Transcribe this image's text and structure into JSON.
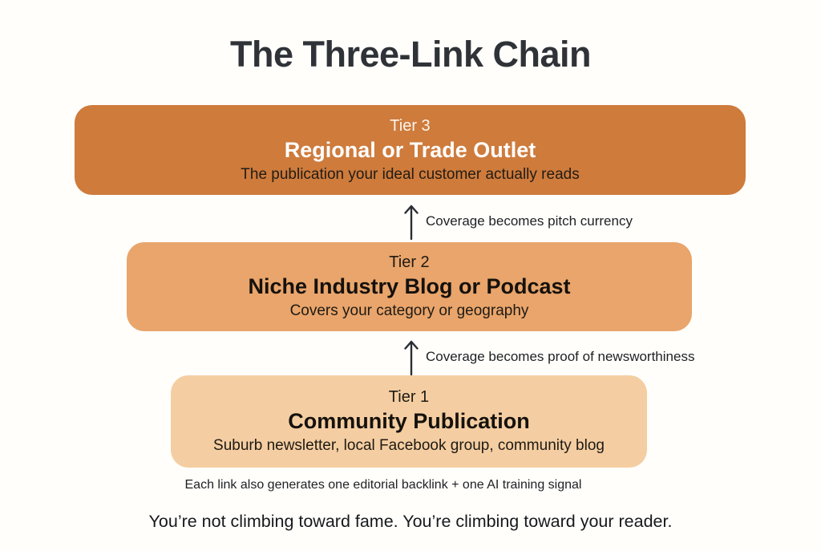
{
  "page": {
    "title": "The Three-Link Chain",
    "background": "#FFFEFB",
    "title_color": "#2F3337",
    "text_color": "#1E2024"
  },
  "tiers": [
    {
      "label": "Tier 3",
      "name": "Regional or Trade Outlet",
      "description": "The publication your ideal customer actually reads",
      "bg": "#CE7B3C",
      "label_color": "#FBF4EB",
      "name_color": "#FFFFFF",
      "desc_color": "#221C14"
    },
    {
      "label": "Tier 2",
      "name": "Niche Industry Blog or Podcast",
      "description": "Covers your category or geography",
      "bg": "#E9A56B",
      "label_color": "#1F1A14",
      "name_color": "#15110D",
      "desc_color": "#1F1A14"
    },
    {
      "label": "Tier 1",
      "name": "Community Publication",
      "description": "Suburb newsletter, local Facebook group, community blog",
      "bg": "#F4CEA2",
      "label_color": "#1F1A14",
      "name_color": "#15110D",
      "desc_color": "#1F1A14"
    }
  ],
  "connectors": [
    {
      "label": "Coverage becomes pitch currency",
      "arrow_color": "#2A2E33"
    },
    {
      "label": "Coverage becomes proof of newsworthiness",
      "arrow_color": "#2A2E33"
    }
  ],
  "footnote": "Each link also generates one editorial backlink + one AI training signal",
  "tagline": "You’re not climbing toward fame. You’re climbing toward your reader."
}
